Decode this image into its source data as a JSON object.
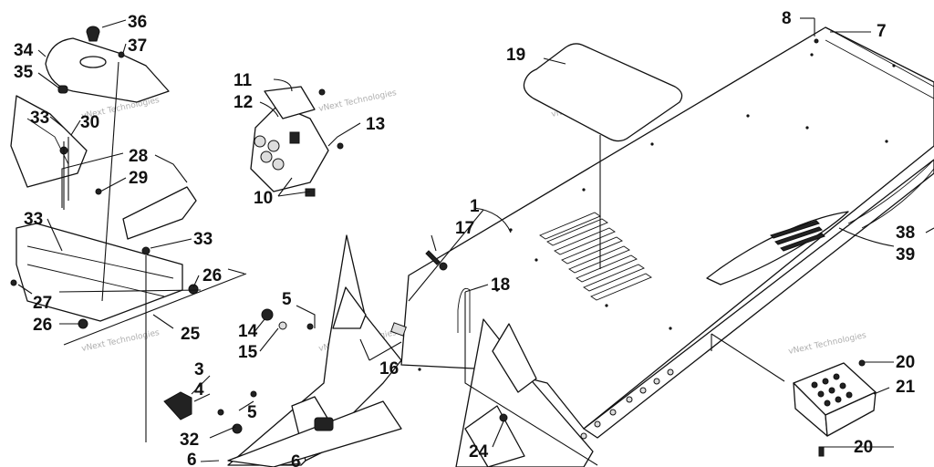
{
  "callouts": {
    "n1": "1",
    "n3": "3",
    "n4": "4",
    "n5a": "5",
    "n5b": "5",
    "n6a": "6",
    "n6b": "6",
    "n7": "7",
    "n8": "8",
    "n10": "10",
    "n11": "11",
    "n12": "12",
    "n13": "13",
    "n14": "14",
    "n15": "15",
    "n16": "16",
    "n17": "17",
    "n18": "18",
    "n19": "19",
    "n20a": "20",
    "n20b": "20",
    "n21": "21",
    "n24": "24",
    "n25": "25",
    "n26a": "26",
    "n26b": "26",
    "n27": "27",
    "n28": "28",
    "n29": "29",
    "n30": "30",
    "n32": "32",
    "n33a": "33",
    "n33b": "33",
    "n33c": "33",
    "n34": "34",
    "n35": "35",
    "n36": "36",
    "n37": "37",
    "n38": "38",
    "n39": "39"
  },
  "watermark": {
    "line1": "vNext Technologies",
    "line2": "Technologies"
  }
}
